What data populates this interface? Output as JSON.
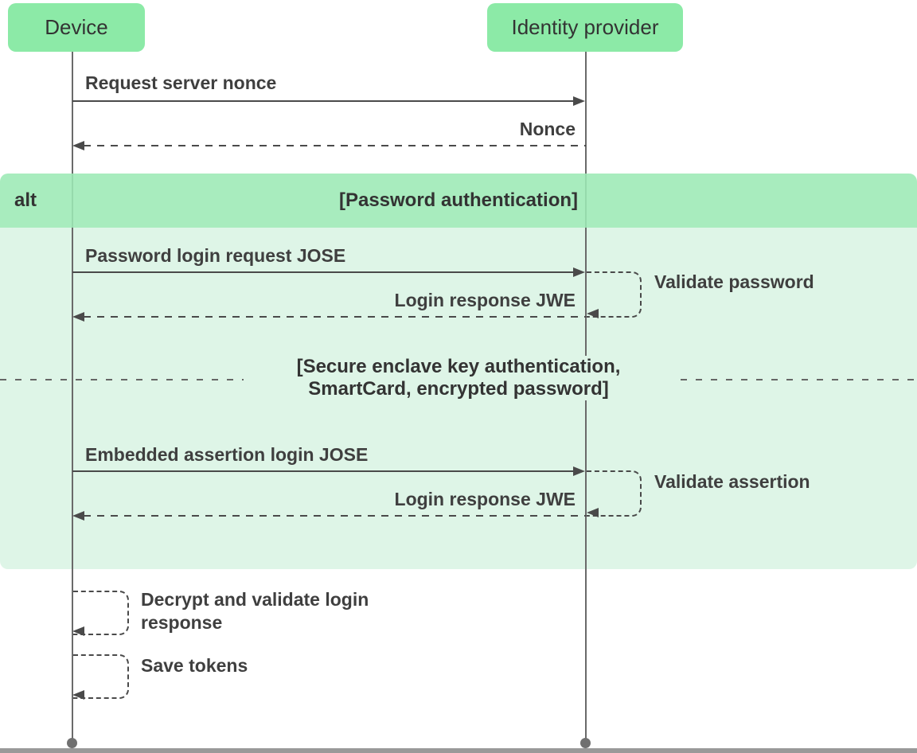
{
  "actors": {
    "device": "Device",
    "identity_provider": "Identity provider"
  },
  "alt_frame": {
    "operator": "alt",
    "guard_password": "[Password authentication]",
    "guard_secure_enclave": "[Secure enclave key authentication, SmartCard, encrypted password]"
  },
  "messages": {
    "request_server_nonce": "Request server nonce",
    "nonce": "Nonce",
    "password_login_request": "Password login request JOSE",
    "validate_password": "Validate password",
    "login_response_jwe_1": "Login response JWE",
    "embedded_assertion_login": "Embedded assertion login JOSE",
    "validate_assertion": "Validate assertion",
    "login_response_jwe_2": "Login response JWE",
    "decrypt_and_validate": "Decrypt and validate login response",
    "save_tokens": "Save tokens"
  },
  "colors": {
    "actor_fill": "#8CEAA7",
    "alt_header_fill": "#A8ECBE",
    "alt_body_fill": "#DEF5E7",
    "line": "#4A4A4A",
    "lifeline": "#6A6A6A",
    "text": "#3F3F3F",
    "endpoint_dot": "#707070",
    "footer_bar": "#999999"
  }
}
